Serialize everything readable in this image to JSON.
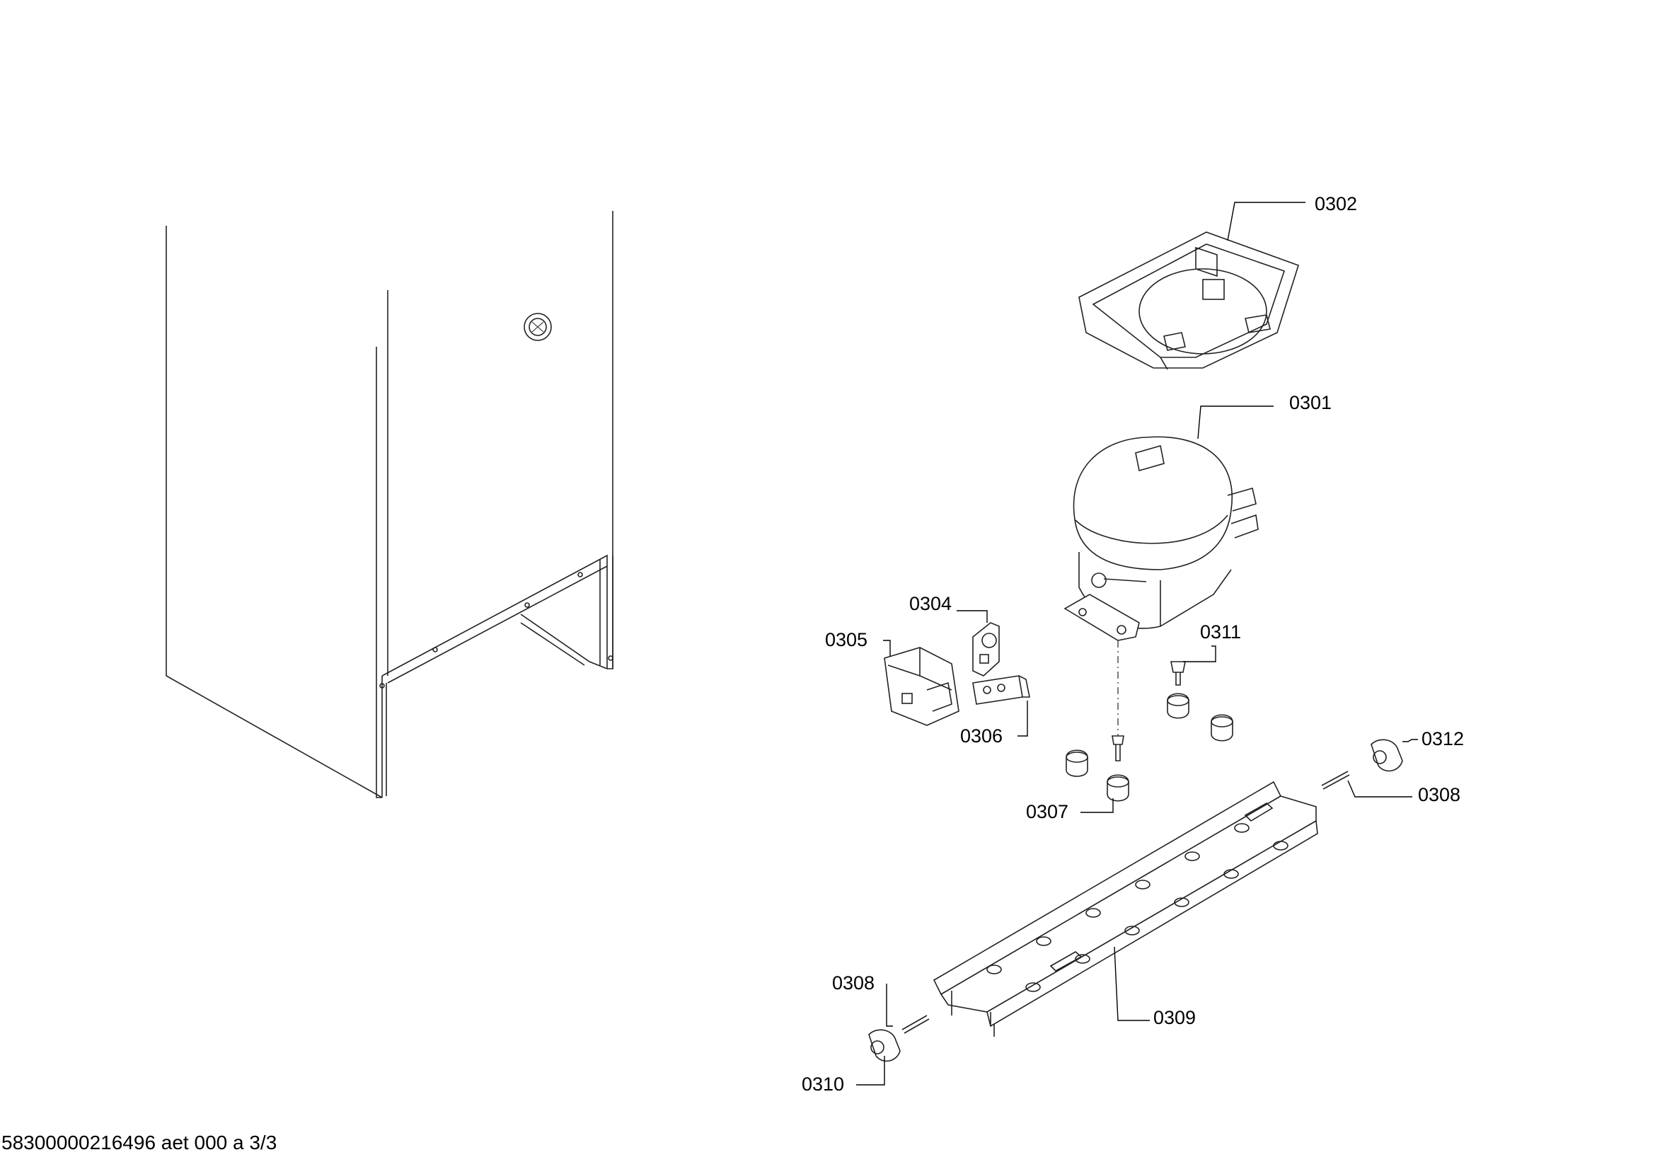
{
  "document_id": "58300000216496 aet 000 a 3/3",
  "parts": {
    "p0301": "0301",
    "p0302": "0302",
    "p0304": "0304",
    "p0305": "0305",
    "p0306": "0306",
    "p0307": "0307",
    "p0308": "0308",
    "p0309": "0309",
    "p0310": "0310",
    "p0311": "0311",
    "p0312": "0312"
  }
}
